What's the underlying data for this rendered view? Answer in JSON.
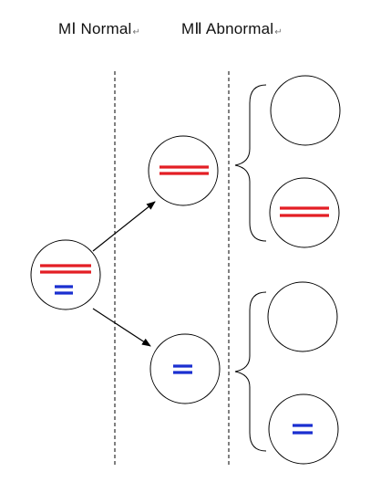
{
  "labels": {
    "meiosis_1": "MⅠ Normal",
    "meiosis_2": "MⅡ Abnormal",
    "paragraph_mark": "↵"
  },
  "colors": {
    "chromosome_red": "#e31e24",
    "chromosome_blue": "#1a2fd0",
    "outline": "#000000",
    "divider": "#000000"
  },
  "cells": {
    "parent": {
      "chromosomes": [
        "red",
        "blue"
      ]
    },
    "mi_products": [
      {
        "chromosomes": [
          "red"
        ]
      },
      {
        "chromosomes": [
          "blue"
        ]
      }
    ],
    "mii_products": [
      {
        "chromosomes": []
      },
      {
        "chromosomes": [
          "red"
        ]
      },
      {
        "chromosomes": []
      },
      {
        "chromosomes": [
          "blue"
        ]
      }
    ]
  }
}
